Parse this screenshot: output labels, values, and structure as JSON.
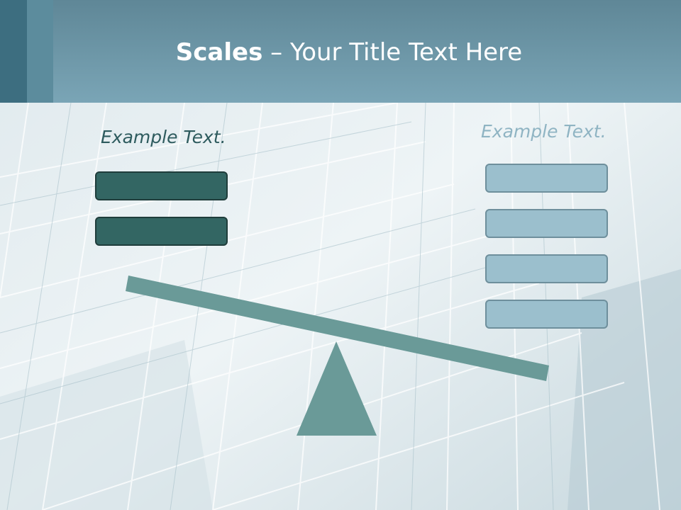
{
  "title": {
    "bold": "Scales",
    "rest": " – Your Title Text Here"
  },
  "left": {
    "label": "Example Text."
  },
  "right": {
    "label": "Example Text."
  },
  "colors": {
    "header": "#7aa5b6",
    "dark_box": "#336663",
    "light_box": "#9bbfcd",
    "beam": "#6a9a98",
    "fulcrum": "#6a9a98"
  }
}
